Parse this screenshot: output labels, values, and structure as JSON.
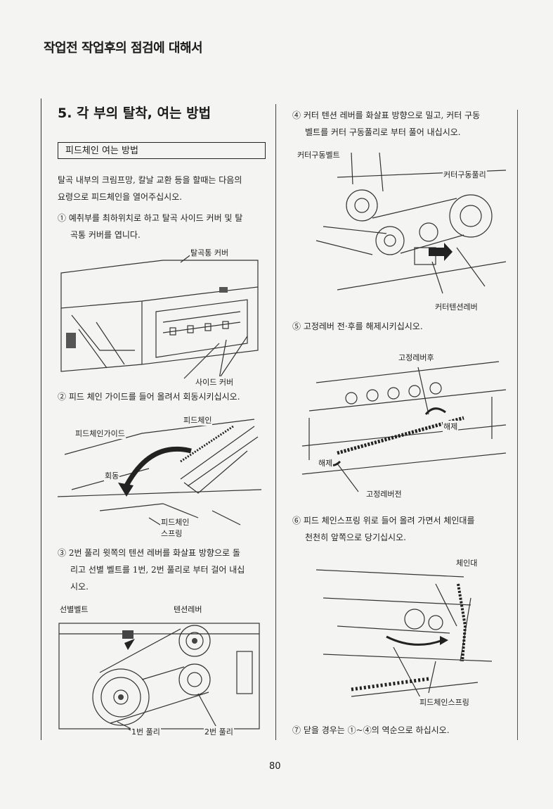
{
  "header": {
    "title": "작업전 작업후의 점검에 대해서"
  },
  "section": {
    "title": "5. 각 부의 탈착, 여는 방법"
  },
  "subsection": {
    "title": "피드체인 여는 방법"
  },
  "left": {
    "intro_1": "탈곡 내부의 크림프망, 칼날 교환 등을 할때는 다음의",
    "intro_2": "요령으로 피드체인을 열어주십시오.",
    "step1_1": "① 예취부를 최하위치로 하고 탈곡 사이드 커버 및 탈",
    "step1_2": "곡통 커버를 엽니다.",
    "fig1": {
      "label_cover": "탈곡통 커버",
      "label_side": "사이드 커버"
    },
    "step2": "② 피드 체인 가이드를 들어 올려서 회동시키십시오.",
    "fig2": {
      "label_chain": "피드체인",
      "label_guide": "피드체인가이드",
      "label_rotate": "회동",
      "label_spring_1": "피드체인",
      "label_spring_2": "스프링"
    },
    "step3_1": "③ 2번 풀리 윗쪽의 텐션 레버를 화살표 방향으로 돌",
    "step3_2": "리고 선별 벨트를 1번, 2번 풀리로 부터 걸어 내십",
    "step3_3": "시오.",
    "fig3": {
      "label_belt": "선별벨트",
      "label_tension": "텐션레버",
      "label_pulley1": "1번 풀리",
      "label_pulley2": "2번 풀리"
    }
  },
  "right": {
    "step4_1": "④ 커터 텐션 레버를 화살표 방향으로 밀고, 커터 구동",
    "step4_2": "벨트를 커터 구동풀리로 부터 풀어 내십시오.",
    "fig4": {
      "label_belt": "커터구동벨트",
      "label_pulley": "커터구동풀리",
      "label_lever": "커터텐션레버"
    },
    "step5": "⑤ 고정레버 전·후를 해제시키십시오.",
    "fig5": {
      "label_rear": "고정레버후",
      "label_release_1": "해제",
      "label_release_2": "해제",
      "label_front": "고정레버전"
    },
    "step6_1": "⑥ 피드 체인스프링 위로 들어 올려 가면서 체인대를",
    "step6_2": "천천히 앞쪽으로 당기십시오.",
    "fig6": {
      "label_stand": "체인대",
      "label_spring": "피드체인스프링"
    },
    "step7": "⑦ 닫을 경우는 ①~④의 역순으로 하십시오."
  },
  "footer": {
    "page_number": "80"
  }
}
